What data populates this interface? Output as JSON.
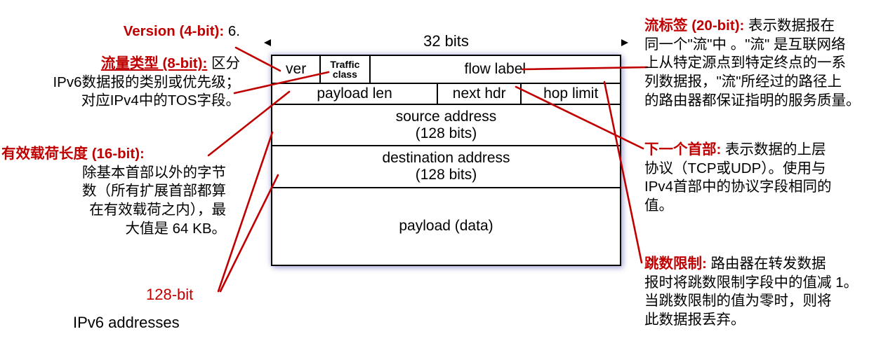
{
  "diagram": {
    "title": "IPv6 datagram header",
    "ruler_label": "32 bits",
    "accent_color": "#c00000",
    "rows": [
      {
        "name": "row-1",
        "cells": [
          {
            "label": "ver",
            "width_pct": 14.0,
            "two_line": false
          },
          {
            "label": "Traffic class",
            "line1": "Traffic",
            "line2": "class",
            "width_pct": 14.2,
            "two_line": true
          },
          {
            "label": "flow label",
            "width_pct": 71.8,
            "two_line": false
          }
        ]
      },
      {
        "name": "row-2",
        "cells": [
          {
            "label": "payload len",
            "width_pct": 47.7,
            "two_line": false
          },
          {
            "label": "next hdr",
            "width_pct": 24.1,
            "two_line": false
          },
          {
            "label": "hop limit",
            "width_pct": 28.2,
            "two_line": false
          }
        ]
      },
      {
        "name": "row-3",
        "cells": [
          {
            "label": "source address",
            "sub": "(128 bits)",
            "width_pct": 100,
            "two_line": false
          }
        ]
      },
      {
        "name": "row-4",
        "cells": [
          {
            "label": "destination address",
            "sub": "(128 bits)",
            "width_pct": 100,
            "two_line": false
          }
        ]
      },
      {
        "name": "row-5",
        "cells": [
          {
            "label": "payload (data)",
            "width_pct": 100,
            "two_line": false
          }
        ]
      }
    ]
  },
  "annotations": {
    "version": {
      "heading": "Version (4-bit):",
      "body": " 6.",
      "underline": false
    },
    "traffic_class": {
      "heading": "流量类型 (8-bit):",
      "body": " 区分",
      "lines": [
        "IPv6数据报的类别或优先级；",
        "对应IPv4中的TOS字段。"
      ],
      "underline": true
    },
    "payload_len": {
      "heading": "有效载荷长度 (16-bit):",
      "lines": [
        "除基本首部以外的字节",
        "数（所有扩展首部都算",
        "在有效载荷之内），最",
        "大值是 64 KB。"
      ],
      "underline": false
    },
    "addresses": {
      "red_label": "128-bit",
      "black_label": "IPv6 addresses"
    },
    "flow_label": {
      "heading": "流标签 (20-bit):",
      "body": " 表示数据报在",
      "lines": [
        "同一个\"流\"中 。\"流\" 是互联网络",
        "上从特定源点到特定终点的一系",
        "列数据报，\"流\"所经过的路径上",
        "的路由器都保证指明的服务质量。"
      ],
      "underline": false
    },
    "next_hdr": {
      "heading": "下一个首部:",
      "body": " 表示数据的上层",
      "lines": [
        "协议（TCP或UDP）。使用与",
        "IPv4首部中的协议字段相同的",
        "值。"
      ],
      "underline": false
    },
    "hop_limit": {
      "heading": "跳数限制:",
      "body": " 路由器在转发数据",
      "lines": [
        "报时将跳数限制字段中的值减 1。",
        "当跳数限制的值为零时，则将",
        "此数据报丢弃。"
      ],
      "underline": false
    }
  }
}
